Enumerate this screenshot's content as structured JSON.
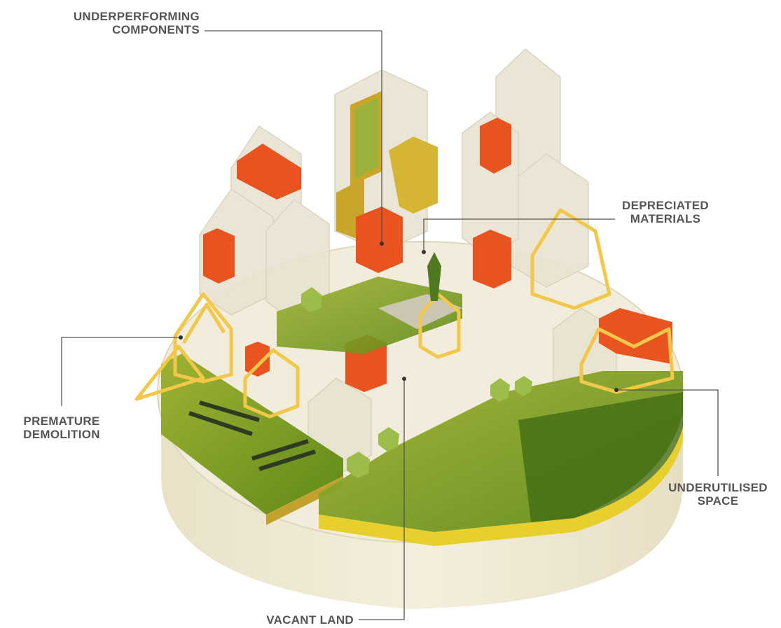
{
  "labels": {
    "underperforming": {
      "line1": "UNDERPERFORMING",
      "line2": "COMPONENTS"
    },
    "depreciated": {
      "line1": "DEPRECIATED",
      "line2": "MATERIALS"
    },
    "premature": {
      "line1": "PREMATURE",
      "line2": "DEMOLITION"
    },
    "underutilised": {
      "line1": "UNDERUTILISED",
      "line2": "SPACE"
    },
    "vacant": {
      "line1": "VACANT LAND"
    }
  },
  "colors": {
    "leader_line": "#555555",
    "label_text": "#555555",
    "base": "#efe7cf",
    "ghost_building": "#e6e0cf",
    "red_box": "#e8531f",
    "timber_frame": "#f2c84b",
    "green_plot": "#8aa02a",
    "dark_green": "#3e6a12"
  }
}
